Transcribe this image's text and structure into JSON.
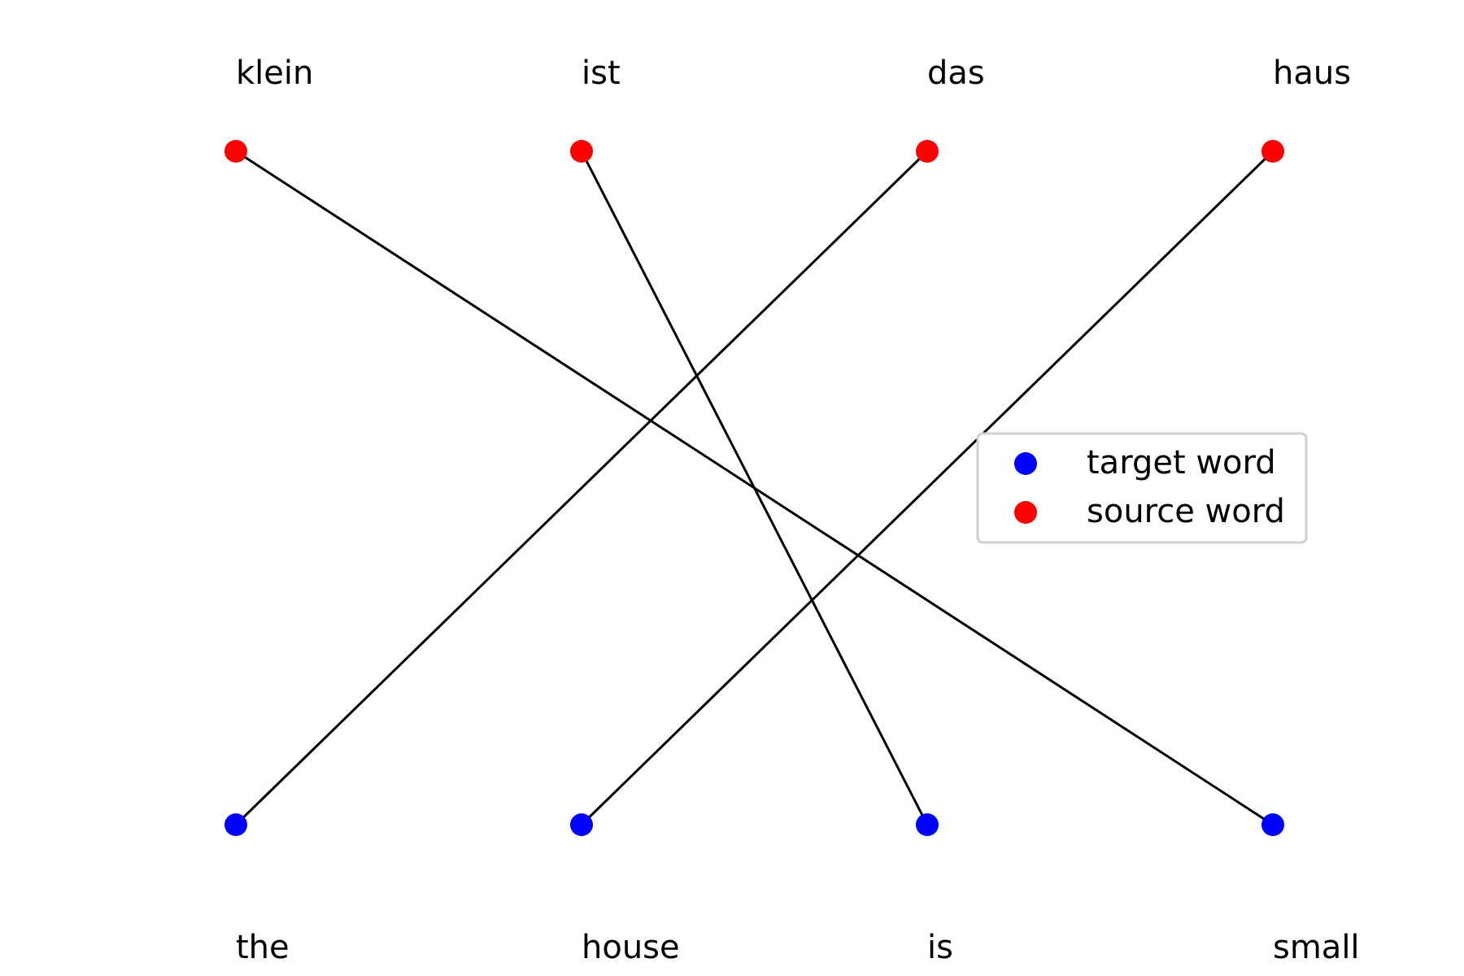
{
  "diagram": {
    "source_words": [
      "klein",
      "ist",
      "das",
      "haus"
    ],
    "target_words": [
      "the",
      "house",
      "is",
      "small"
    ],
    "alignments": [
      {
        "source": 0,
        "target": 3
      },
      {
        "source": 1,
        "target": 2
      },
      {
        "source": 2,
        "target": 0
      },
      {
        "source": 3,
        "target": 1
      }
    ],
    "colors": {
      "source": "#ff0000",
      "target": "#0000ff",
      "line": "#000000"
    }
  },
  "legend": {
    "items": [
      {
        "label": "target word",
        "color": "#0000ff"
      },
      {
        "label": "source word",
        "color": "#ff0000"
      }
    ]
  }
}
